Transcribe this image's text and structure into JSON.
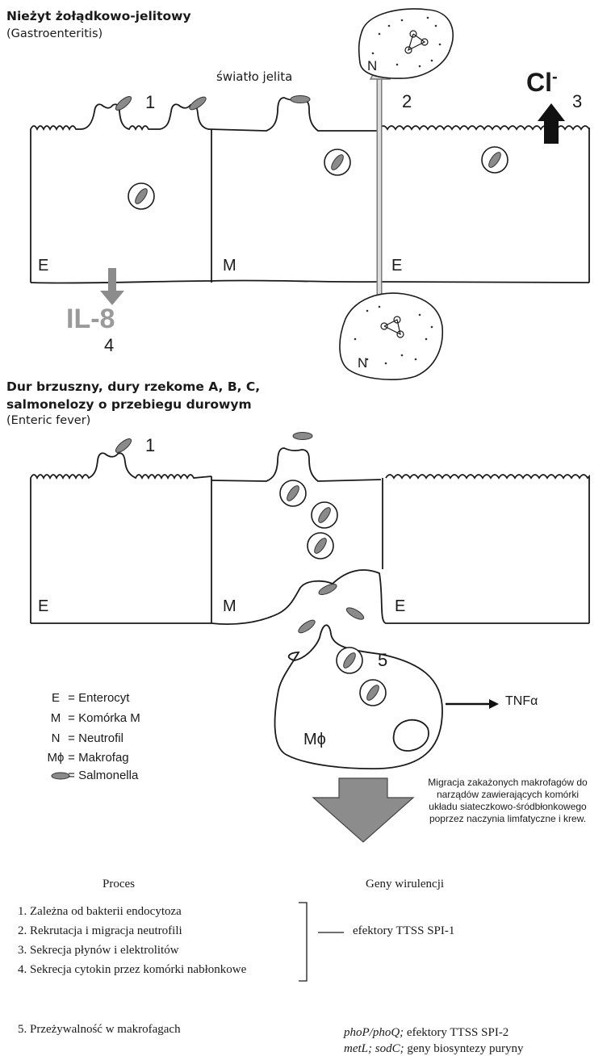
{
  "section1": {
    "title": "Nieżyt żołądkowo-jelitowy",
    "subtitle": "(Gastroenteritis)",
    "lumen_label": "światło jelita",
    "cell_labels": [
      "E",
      "M",
      "E"
    ],
    "neutrophil_label": "N",
    "step_numbers": [
      "1",
      "2",
      "3",
      "4"
    ],
    "chloride_label": "Cl",
    "chloride_sup": "-",
    "cytokine_label": "IL-8"
  },
  "section2": {
    "title_line1": "Dur brzuszny, dury rzekome A, B, C,",
    "title_line2": "salmonelozy o przebiegu durowym",
    "subtitle": "(Enteric fever)",
    "cell_labels": [
      "E",
      "M",
      "E"
    ],
    "step_numbers": [
      "1",
      "5"
    ],
    "tnf_label": "TNFα",
    "macrophage_label": "Mϕ",
    "migration_text": [
      "Migracja zakażonych makrofagów do",
      "narządów zawierających komórki",
      "układu siateczkowo-śródbłonkowego",
      "poprzez naczynia limfatyczne i krew."
    ]
  },
  "legend": [
    {
      "key": "E",
      "value": "Enterocyt"
    },
    {
      "key": "M",
      "value": "Komórka M"
    },
    {
      "key": "N",
      "value": "Neutrofil"
    },
    {
      "key": "Mϕ",
      "value": "Makrofag"
    },
    {
      "key": "",
      "value": "Salmonella"
    }
  ],
  "table": {
    "header_process": "Proces",
    "header_genes": "Geny wirulencji",
    "processes": [
      "1. Zależna od bakterii endocytoza",
      "2. Rekrutacja i migracja neutrofili",
      "3. Sekrecja płynów i elektrolitów",
      "4. Sekrecja cytokin przez komórki nabłonkowe"
    ],
    "group_genes": "efektory TTSS SPI-1",
    "process5": "5. Przeżywalność w makrofagach",
    "genes5": [
      {
        "italic": "phoP/phoQ;",
        "plain": "efektory TTSS SPI-2"
      },
      {
        "italic": "metL; sodC;",
        "plain": "geny biosyntezy puryny"
      }
    ]
  },
  "colors": {
    "line": "#1a1a1a",
    "salmonella": "#8a8a8a",
    "gray_arrow": "#8c8c8c",
    "light_arrow": "#c8c8c8",
    "il8": "#9a9a9a"
  }
}
